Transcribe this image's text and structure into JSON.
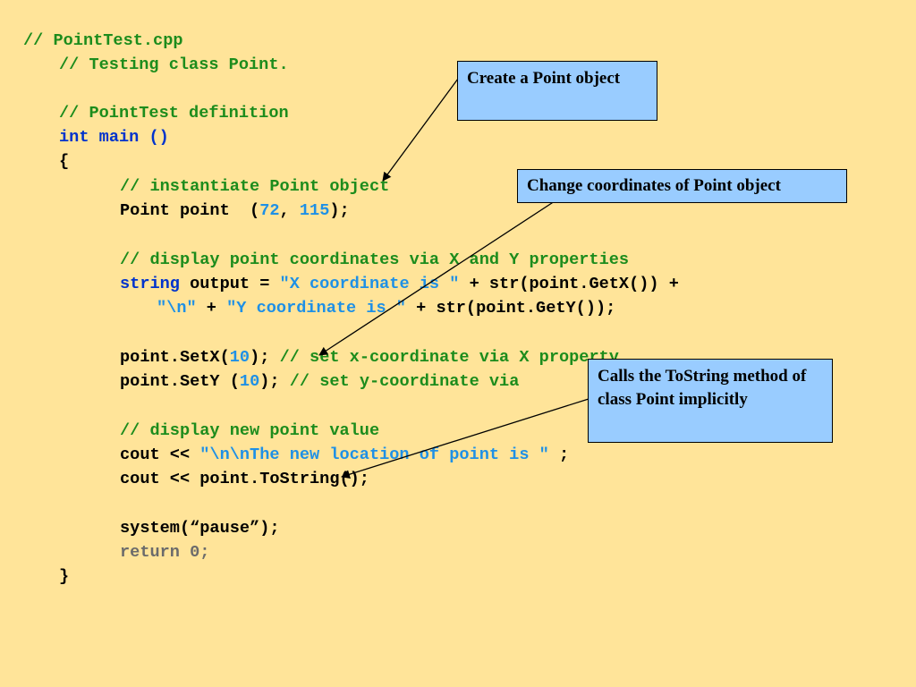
{
  "code": {
    "l1": "// PointTest.cpp",
    "l2": "// Testing class Point.",
    "l3": "// PointTest definition",
    "l4_kw": "int",
    "l4_main": "main ()",
    "l5": "{",
    "l6": "// instantiate Point object",
    "l7_a": "Point point  (",
    "l7_n1": "72",
    "l7_c": ", ",
    "l7_n2": "115",
    "l7_e": ");",
    "l8": "// display point coordinates via X and Y properties",
    "l9_kw": "string",
    "l9_a": " output = ",
    "l9_s": "\"X coordinate is \"",
    "l9_b": " + str(point.GetX()) +",
    "l10_s1": "\"\\n\"",
    "l10_a": " + ",
    "l10_s2": "\"Y coordinate is \"",
    "l10_b": " + str(point.GetY());",
    "l11_a": "point.SetX(",
    "l11_n": "10",
    "l11_b": "); ",
    "l11_c": "// set x-coordinate via X property",
    "l12_a": "point.SetY (",
    "l12_n": "10",
    "l12_b": "); ",
    "l12_c": "// set y-coordinate via",
    "l13": "// display new point value",
    "l14_a": "cout << ",
    "l14_s": "\"\\n\\nThe new location of point is \"",
    "l14_b": " ;",
    "l15": "cout << point.ToString();",
    "l16": "system(“pause”);",
    "l17": "return 0;",
    "l18": "}"
  },
  "callouts": {
    "create": "Create a Point object",
    "change": "Change coordinates of Point object",
    "tostring": "Calls the ToString method of class Point implicitly"
  },
  "colors": {
    "background": "#FFE499",
    "comment": "#1C8C1C",
    "keyword": "#0033CC",
    "string": "#1E90E6",
    "callout": "#99CCFF"
  }
}
